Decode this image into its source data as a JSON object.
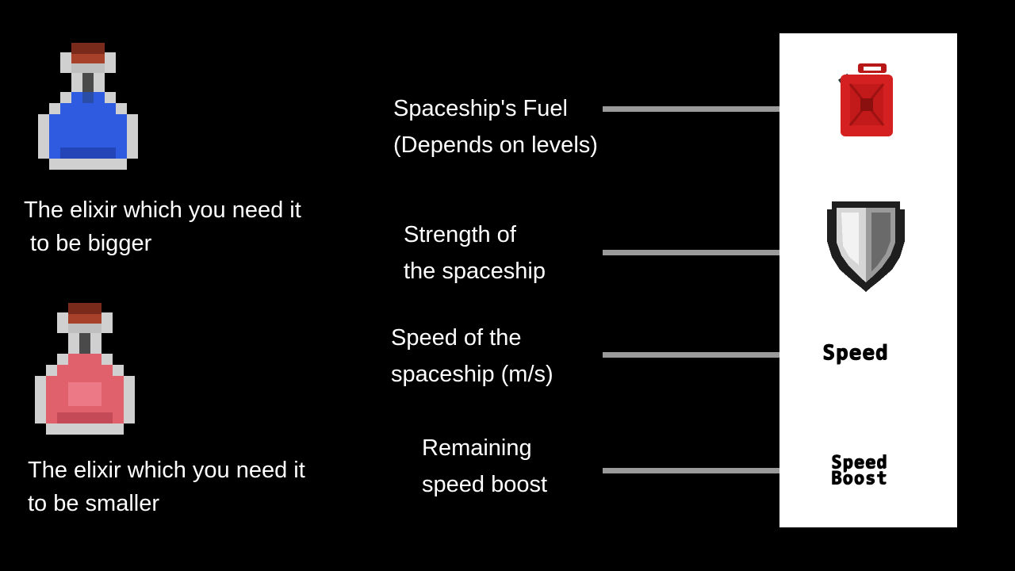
{
  "potions": [
    {
      "id": "blue",
      "caption": "The elixir which you need it\n to be bigger",
      "color": "#2f5be0"
    },
    {
      "id": "red",
      "caption": "The elixir which you need it\nto be smaller",
      "color": "#e0606c"
    }
  ],
  "hud_labels": [
    {
      "text": "Spaceship's Fuel\n(Depends on levels)",
      "icon": "fuel-can-icon"
    },
    {
      "text": "Strength of\nthe spaceship",
      "icon": "shield-icon"
    },
    {
      "text": "Speed of the\nspaceship (m/s)",
      "icon": "speed-label-icon"
    },
    {
      "text": "Remaining\nspeed boost",
      "icon": "speed-boost-label-icon"
    }
  ],
  "hud": {
    "speed_word": "Speed",
    "boost_word_1": "Speed",
    "boost_word_2": "Boost"
  },
  "colors": {
    "background": "#000000",
    "panel": "#ffffff",
    "leader": "#9a9a9a",
    "fuel": "#d42020"
  }
}
